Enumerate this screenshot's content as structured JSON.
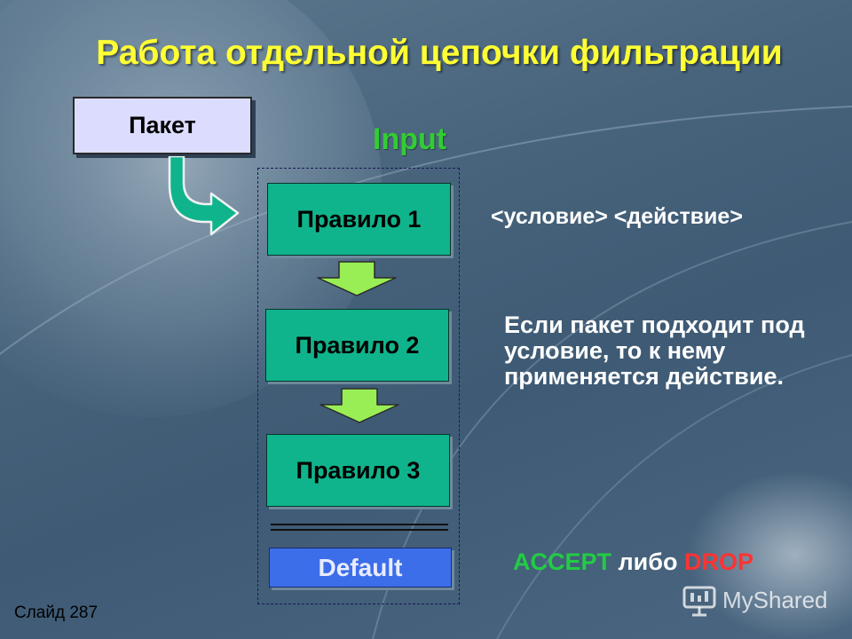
{
  "title": "Работа отдельной цепочки фильтрации",
  "packet": {
    "label": "Пакет"
  },
  "chain": {
    "name": "Input",
    "rules": [
      "Правило 1",
      "Правило 2",
      "Правило 3"
    ],
    "default": "Default"
  },
  "rule_syntax": "<условие> <действие>",
  "explanation": "Если пакет подходит под условие, то к нему применяется действие.",
  "actions": {
    "accept": "ACCEPT",
    "or": "либо",
    "drop": "DROP"
  },
  "slide_number": "Слайд 287",
  "logo": {
    "text": "MyShared",
    "icon": "presentation-board-icon"
  },
  "colors": {
    "title": "#ffff33",
    "chain_name": "#33cc33",
    "rule_box": "#10b48c",
    "default_box": "#3c6eea",
    "accept": "#22cc44",
    "drop": "#ff3333"
  }
}
